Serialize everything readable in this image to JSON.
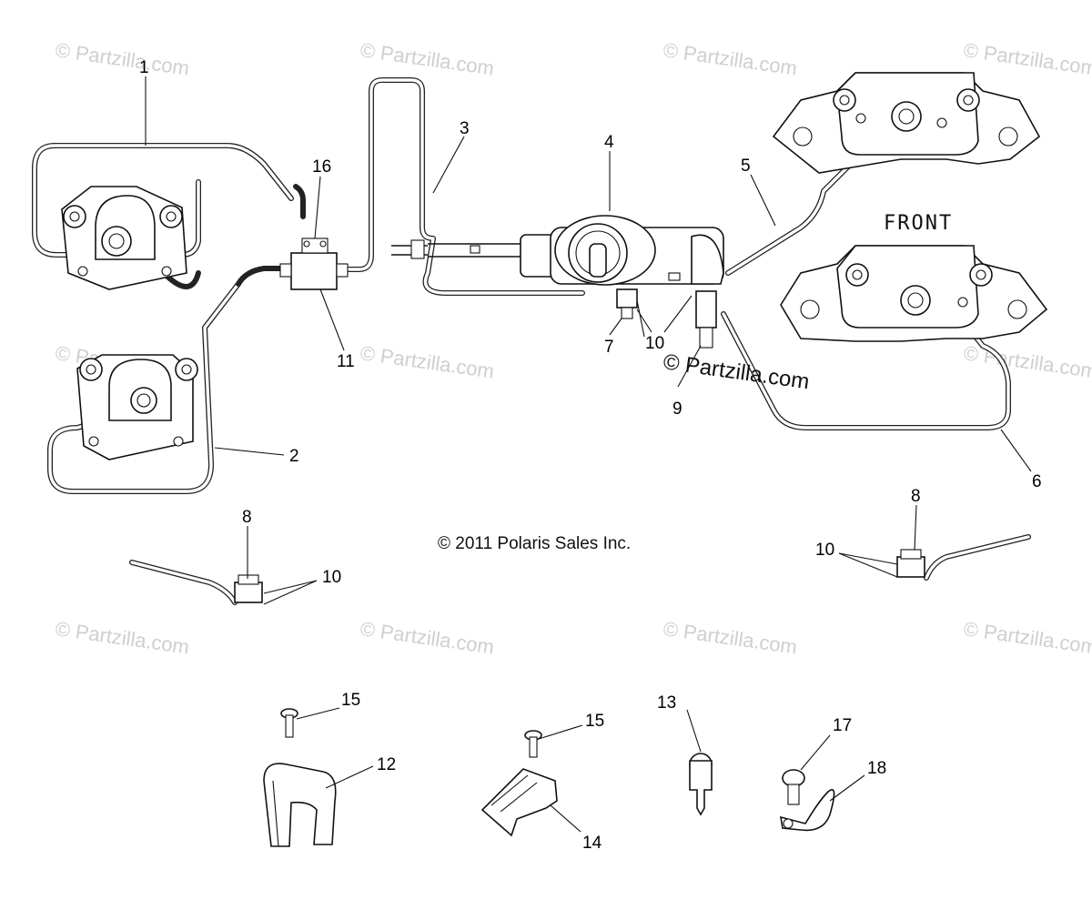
{
  "callouts": [
    {
      "id": "1",
      "label": "1"
    },
    {
      "id": "2",
      "label": "2"
    },
    {
      "id": "3",
      "label": "3"
    },
    {
      "id": "4",
      "label": "4"
    },
    {
      "id": "5",
      "label": "5"
    },
    {
      "id": "6",
      "label": "6"
    },
    {
      "id": "7",
      "label": "7"
    },
    {
      "id": "8a",
      "label": "8"
    },
    {
      "id": "8b",
      "label": "8"
    },
    {
      "id": "9",
      "label": "9"
    },
    {
      "id": "10a",
      "label": "10"
    },
    {
      "id": "10b",
      "label": "10"
    },
    {
      "id": "10c",
      "label": "10"
    },
    {
      "id": "11",
      "label": "11"
    },
    {
      "id": "12",
      "label": "12"
    },
    {
      "id": "13",
      "label": "13"
    },
    {
      "id": "14",
      "label": "14"
    },
    {
      "id": "15a",
      "label": "15"
    },
    {
      "id": "15b",
      "label": "15"
    },
    {
      "id": "16",
      "label": "16"
    },
    {
      "id": "17",
      "label": "17"
    },
    {
      "id": "18",
      "label": "18"
    }
  ],
  "front_label": "FRONT",
  "copyright": "© 2011 Polaris Sales Inc.",
  "center_watermark": "© Partzilla.com",
  "watermark_text": "© Partzilla.com",
  "colors": {
    "ink": "#111111",
    "watermark": "#cfcfcf",
    "background": "#ffffff"
  }
}
